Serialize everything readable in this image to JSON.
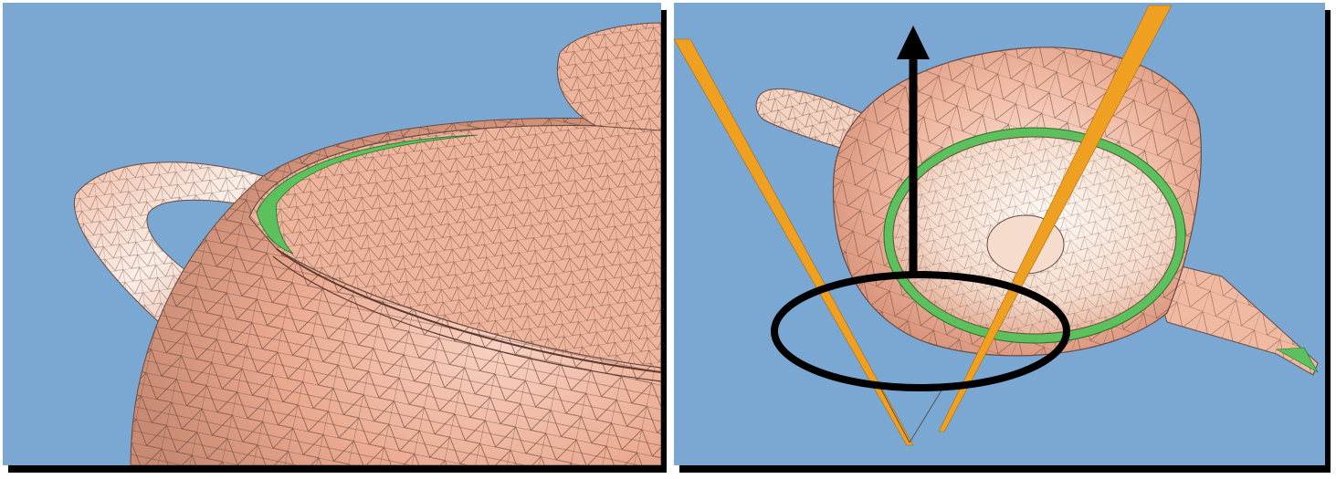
{
  "figure": {
    "panels": [
      {
        "id": "left",
        "subject": "teapot-closeup"
      },
      {
        "id": "right",
        "subject": "teapot-top-view"
      }
    ],
    "colors": {
      "background": "#7aa8d2",
      "mesh_fill": "#efb7a0",
      "mesh_highlight": "#fbeee6",
      "mesh_edges": "#6a4a40",
      "boundary_band": "#5cc05c",
      "ray": "#f0a020",
      "annotation": "#000000"
    },
    "icons": [
      "up-arrow-icon",
      "highlight-ellipse"
    ]
  }
}
